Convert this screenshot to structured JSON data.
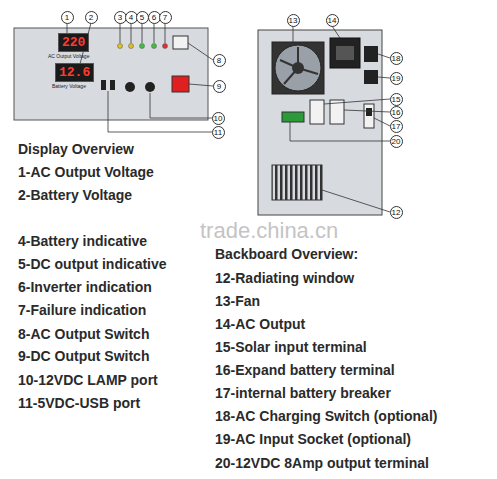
{
  "diagram": {
    "labels": [
      "1",
      "2",
      "3",
      "4",
      "5",
      "6",
      "7",
      "8",
      "9",
      "10",
      "11",
      "220",
      "12.6",
      "AC Output Voltage",
      "Battery Voltage",
      "12",
      "13",
      "14",
      "15",
      "16",
      "17",
      "18",
      "19",
      "20",
      "Display Overview",
      "1-AC Output Voltage",
      "2-Battery Voltage",
      "4-Battery indicative",
      "5-DC output indicative",
      "6-Inverter indication",
      "7-Failure indication",
      "8-AC Output Switch",
      "9-DC Output Switch",
      "10-12VDC LAMP port",
      "11-5VDC-USB port",
      "Backboard Overview:",
      "12-Radiating window",
      "13-Fan",
      "14-AC Output",
      "15-Solar input terminal",
      "16-Expand battery terminal",
      "17-internal battery breaker",
      "18-AC Charging Switch (optional)",
      "19-AC Input Socket (optional)",
      "20-12VDC 8Amp output terminal",
      "trade.china.cn"
    ]
  }
}
